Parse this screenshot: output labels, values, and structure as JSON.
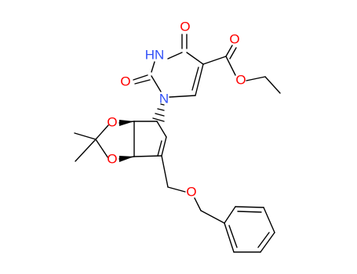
{
  "colors": {
    "background": "#ffffff",
    "bond": "#000000",
    "oxygen": "#ff0000",
    "nitrogen": "#3050f8"
  },
  "atoms": {
    "o_upper_carbonyl": "O",
    "nh": "HN",
    "o_lower_carbonyl": "O",
    "n_ring": "N",
    "o_ester_carbonyl": "O",
    "o_ester": "O",
    "o_dioxole_upper": "O",
    "o_dioxole_lower": "O",
    "o_ether": "O"
  }
}
